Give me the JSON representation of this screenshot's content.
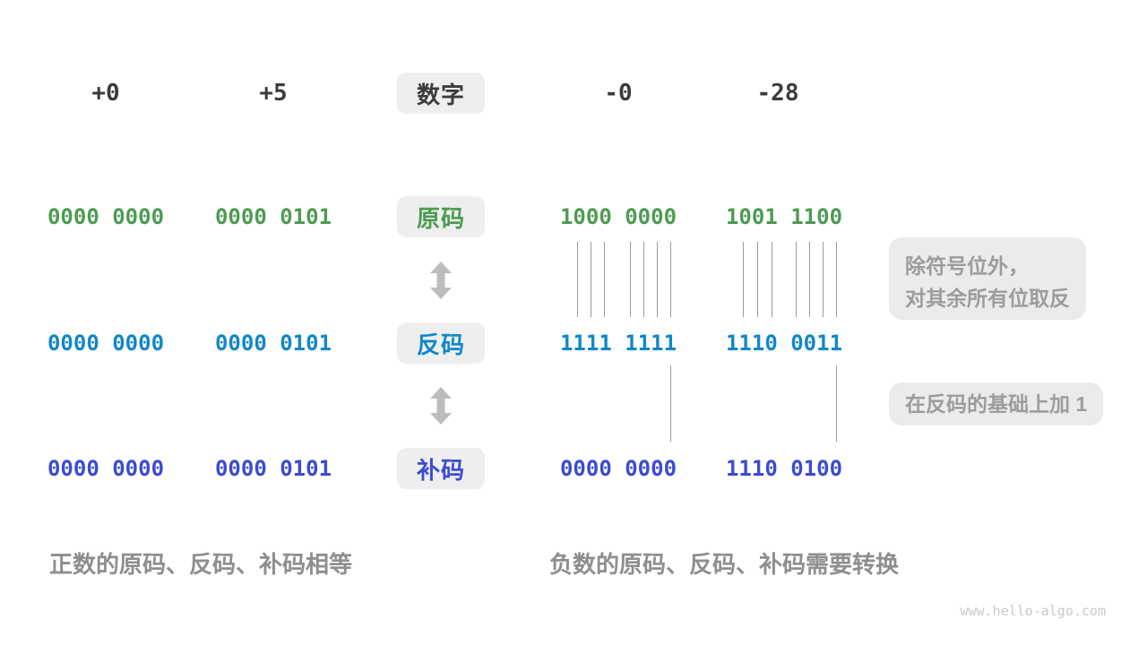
{
  "palette": {
    "sign_magnitude_green": "#4e9b52",
    "ones_complement_blue": "#1287c8",
    "twos_complement_indigo": "#3b4bd1",
    "box_background": "#eeeeee",
    "note_gray": "#9c9c9c",
    "caption_gray": "#8e8e8e",
    "arrow_gray": "#bdbdbd"
  },
  "header": {
    "label": "数字",
    "columns": [
      "+0",
      "+5",
      "-0",
      "-28"
    ]
  },
  "rows": [
    {
      "key": "sign_magnitude",
      "label": "原码",
      "values": [
        "0000 0000",
        "0000 0101",
        "1000 0000",
        "1001 1100"
      ]
    },
    {
      "key": "ones_complement",
      "label": "反码",
      "values": [
        "0000 0000",
        "0000 0101",
        "1111 1111",
        "1110 0011"
      ]
    },
    {
      "key": "twos_complement",
      "label": "补码",
      "values": [
        "0000 0000",
        "0000 0101",
        "0000 0000",
        "1110 0100"
      ]
    }
  ],
  "annotations": {
    "flip_rule_line1": "除符号位外，",
    "flip_rule_line2": "对其余所有位取反",
    "add_one_rule": "在反码的基础上加 1"
  },
  "captions": {
    "positive": "正数的原码、反码、补码相等",
    "negative": "负数的原码、反码、补码需要转换"
  },
  "watermark": "www.hello-algo.com"
}
